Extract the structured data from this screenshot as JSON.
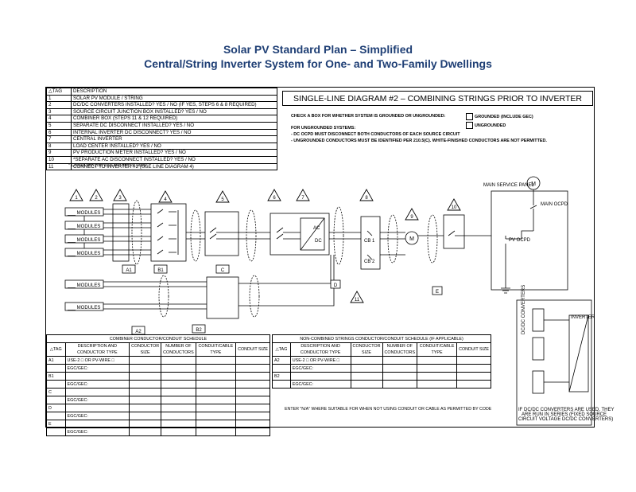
{
  "header": {
    "line1": "Solar PV Standard Plan – Simplified",
    "line2": "Central/String Inverter System for One- and Two-Family Dwellings"
  },
  "description_table": {
    "tag_header": "TAG",
    "desc_header": "DESCRIPTION",
    "rows": [
      {
        "tag": "1",
        "desc": "SOLAR PV MODULE / STRING"
      },
      {
        "tag": "2",
        "desc": "DC/DC CONVERTERS INSTALLED?   YES  /  NO     (IF YES, STEPS 6 & 8 REQUIRED)"
      },
      {
        "tag": "3",
        "desc": "SOURCE CIRCUIT JUNCTION BOX INSTALLED?   YES  /  NO"
      },
      {
        "tag": "4",
        "desc": "COMBINER BOX (STEPS 11 & 12 REQUIRED)"
      },
      {
        "tag": "5",
        "desc": "SEPARATE DC DISCONNECT INSTALLED?   YES  /  NO"
      },
      {
        "tag": "6",
        "desc": "INTERNAL INVERTER DC DISCONNECT?   YES  /  NO"
      },
      {
        "tag": "7",
        "desc": "CENTRAL INVERTER"
      },
      {
        "tag": "8",
        "desc": "LOAD CENTER INSTALLED?   YES  /  NO"
      },
      {
        "tag": "9",
        "desc": "PV PRODUCTION METER INSTALLED?   YES  /  NO"
      },
      {
        "tag": "10",
        "desc": "*SEPARATE AC DISCONNECT INSTALLED?   YES  /  NO"
      },
      {
        "tag": "11",
        "desc": "CONNECT TO INVERTER #2    (USE LINE DIAGRAM 4)"
      }
    ],
    "footnote": "* Consult with your local AHJ and /or Utility"
  },
  "single_line": {
    "title": "SINGLE-LINE DIAGRAM #2 – COMBINING STRINGS PRIOR TO INVERTER",
    "check_text": "CHECK A BOX FOR WHETHER SYSTEM IS GROUNDED OR UNGROUNDED:",
    "grounded": "GROUNDED (INCLUDE GEC)",
    "ungrounded": "UNGROUNDED",
    "ungrounded_heading": "FOR UNGROUNDED SYSTEMS:",
    "rule1": "- DC OCPD MUST DISCONNECT BOTH CONDUCTORS OF EACH SOURCE CIRCUIT",
    "rule2": "- UNGROUNDED CONDUCTORS MUST BE IDENTIFIED PER 210.5(C). WHITE-FINISHED CONDUCTORS ARE NOT PERMITTED."
  },
  "diagram": {
    "module_label": "___ MODULES",
    "tags": [
      "1",
      "2",
      "3",
      "4",
      "5",
      "6",
      "7",
      "8",
      "9",
      "10",
      "11"
    ],
    "conduit_labels": [
      "A1",
      "B1",
      "C",
      "D",
      "A2",
      "B2",
      "E"
    ],
    "main_service_panel": "MAIN SERVICE PANEL",
    "meter_symbol": "M",
    "main_ocpd": "MAIN OCPD",
    "pv_ocpd": "PV OCPD",
    "ac": "AC",
    "dc": "DC",
    "cb1": "CB 1",
    "cb2": "CB 2",
    "inverter": "INVERTER",
    "dcdc": "DC/DC CONVERTERS",
    "dcdc_note": [
      "IF DC/DC CONVERTERS ARE USED, THEY",
      "ARE RUN IN SERIES (FIXED SOURCE",
      "CIRCUIT VOLTAGE DC/DC CONVERTERS)"
    ]
  },
  "combiner_schedule": {
    "title": "COMBINER CONDUCTOR/CONDUIT SCHEDULE",
    "headers": [
      "TAG",
      "DESCRIPTION AND CONDUCTOR TYPE",
      "CONDUCTOR SIZE",
      "NUMBER OF CONDUCTORS",
      "CONDUIT/CABLE TYPE",
      "CONDUIT SIZE"
    ],
    "rows": [
      {
        "tag": "A1",
        "desc": "USE-2 □   OR    PV-WIRE □"
      },
      {
        "tag": "",
        "desc": "EGC/GEC:"
      },
      {
        "tag": "B1",
        "desc": ""
      },
      {
        "tag": "",
        "desc": "EGC/GEC:"
      },
      {
        "tag": "C",
        "desc": ""
      },
      {
        "tag": "",
        "desc": "EGC/GEC:"
      },
      {
        "tag": "D",
        "desc": ""
      },
      {
        "tag": "",
        "desc": "EGC/GEC:"
      },
      {
        "tag": "E",
        "desc": ""
      },
      {
        "tag": "",
        "desc": "EGC/GEC:"
      }
    ]
  },
  "noncombined_schedule": {
    "title": "NON-COMBINED STRINGS CONDUCTOR/CONDUIT SCHEDULE (IF APPLICABLE)",
    "headers": [
      "TAG",
      "DESCRIPTION AND CONDUCTOR TYPE",
      "CONDUCTOR SIZE",
      "NUMBER OF CONDUCTORS",
      "CONDUIT/CABLE TYPE",
      "CONDUIT SIZE"
    ],
    "rows": [
      {
        "tag": "A2",
        "desc": "USE-2 □   OR    PV-WIRE □"
      },
      {
        "tag": "",
        "desc": "EGC/GEC:"
      },
      {
        "tag": "B2",
        "desc": ""
      },
      {
        "tag": "",
        "desc": "EGC/GEC:"
      }
    ],
    "note": "ENTER \"N/A\" WHERE SUITABLE FOR WHEN NOT USING CONDUIT OR CABLE AS PERMITTED BY CODE"
  }
}
